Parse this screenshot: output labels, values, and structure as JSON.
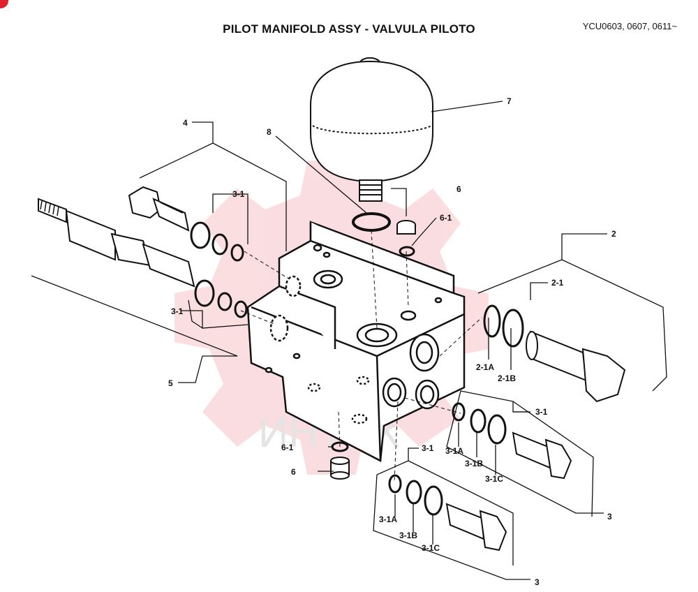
{
  "title": "PILOT MANIFOLD ASSY - VALVULA PILOTO",
  "model_codes": "YCU0603, 0607, 0611~",
  "watermark_text": "ИНТЕХ",
  "watermark_color": "#f4a8ae",
  "labels": {
    "l7": "7",
    "l8": "8",
    "l4": "4",
    "l31_a": "3-1",
    "l6_top": "6",
    "l61_top": "6-1",
    "l2": "2",
    "l21": "2-1",
    "l31_b": "3-1",
    "l5": "5",
    "l21a": "2-1A",
    "l21b": "2-1B",
    "l31_c": "3-1",
    "l31a_r": "3-1A",
    "l31b_r": "3-1B",
    "l31c_r": "3-1C",
    "l3_r": "3",
    "l61_bot": "6-1",
    "l6_bot": "6",
    "l31_d": "3-1",
    "l31a_b": "3-1A",
    "l31b_b": "3-1B",
    "l31c_b": "3-1C",
    "l3_b": "3"
  }
}
